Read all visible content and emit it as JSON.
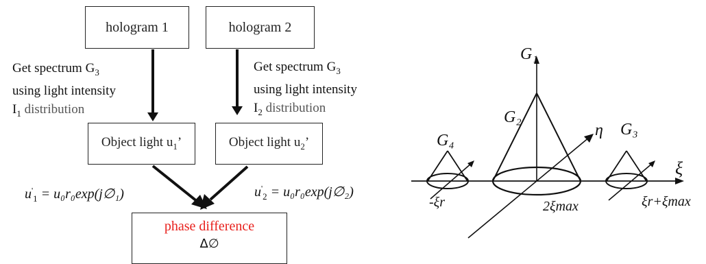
{
  "flow": {
    "hologram1": "hologram 1",
    "hologram2": "hologram 2",
    "step1": {
      "line1": "Get spectrum G",
      "sub1": "3",
      "line2": "using light intensity",
      "line3_pre": "I",
      "line3_sub": "1",
      "line3_post": " distribution"
    },
    "step2": {
      "line1": "Get spectrum G",
      "sub1": "3",
      "line2": "using light intensity",
      "line3_pre": "I",
      "line3_sub": "2",
      "line3_post": " distribution"
    },
    "object1": {
      "pre": "Object light u",
      "sub": "1",
      "post": "’"
    },
    "object2": {
      "pre": "Object light u",
      "sub": "2",
      "post": "’"
    },
    "eq1": {
      "lhs": "u",
      "prime": "'",
      "sub": "1",
      "rhs": " = u₀r₀exp(j∅₁)"
    },
    "eq2": {
      "lhs": "u",
      "prime": "'",
      "sub": "2",
      "rhs": " = u₀r₀exp(j∅₂)"
    },
    "result": {
      "title": "phase difference",
      "value": "Δ∅"
    },
    "colors": {
      "result_title": "#e8201c"
    }
  },
  "spectrum": {
    "labels": {
      "g1": "G₁",
      "g2": "G₂",
      "g3": "G₃",
      "g4": "G₄",
      "eta": "η",
      "xi": "ξ",
      "neg_xi_r": "-ξr",
      "two_xi_max": "2ξmax",
      "xi_r_plus_xi_max": "ξr+ξmax"
    }
  }
}
